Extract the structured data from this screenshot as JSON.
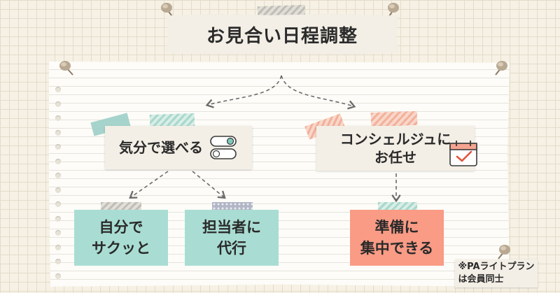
{
  "title": "お見合い日程調整",
  "root_branches": [
    {
      "label": "気分で選べる",
      "icon": "toggle-switches-icon",
      "children": [
        {
          "label": "自分で\nサクッと"
        },
        {
          "label": "担当者に\n代行"
        }
      ]
    },
    {
      "label": "コンシェルジュに\nお任せ",
      "icon": "calendar-check-icon",
      "children": [
        {
          "label": "準備に\n集中できる"
        }
      ]
    }
  ],
  "note": "※PAライトプラン\nは会員同士",
  "colors": {
    "teal_box": "#a9ddd3",
    "salmon_box": "#f99b85",
    "card": "#f3efe6",
    "arrow": "#6b6b6b"
  }
}
